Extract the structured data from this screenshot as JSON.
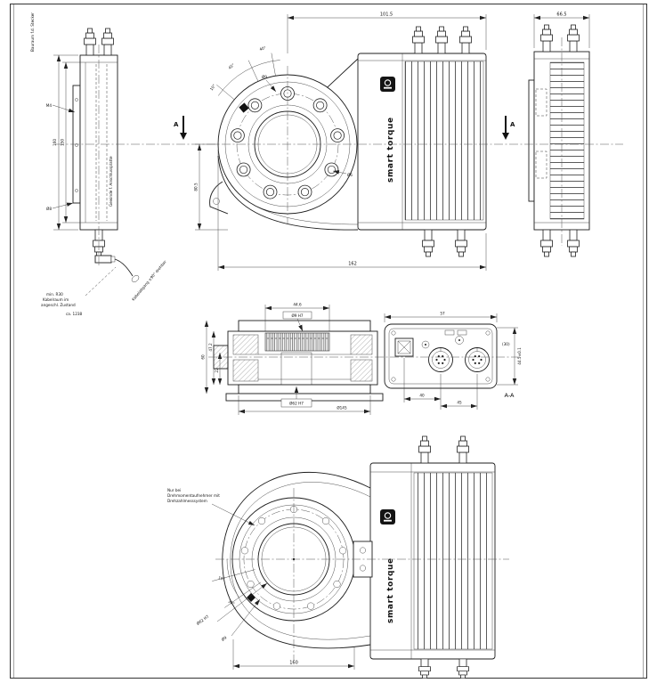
{
  "brand": {
    "name": "smart torque"
  },
  "sections": {
    "mark": "A",
    "label": "A-A"
  },
  "side_left": {
    "dim_outer": "160",
    "dim_inner": "150",
    "leader_pin": "Ø8",
    "leader_thread": "M4",
    "note_top": "Bauraum f.d. Stecker",
    "note_thread_plate": "Gewinde f. Anschlussplatte",
    "cable_note_1": "min. R30",
    "cable_note_2": "Kabelraum im",
    "cable_note_3": "angeschl. Zustand",
    "cable_length": "ca. 1238",
    "cable_rotation": "Kabelabgang ±90° drehbar"
  },
  "front_top": {
    "dim_top": "101.5",
    "dim_bottom": "162",
    "dim_side": "80.5",
    "angle_a": "45°",
    "angle_b": "40°",
    "angle_c": "10°",
    "hole_a": "Ø9",
    "hole_b": "Ø6"
  },
  "side_right": {
    "dim_top": "66.5"
  },
  "section_view": {
    "dim_top": "44.6",
    "fit_box_top": "Ø9 H7",
    "dim_left_a": "60",
    "dim_left_b": "47.2",
    "dim_left_c": "22",
    "fit_box_bottom": "Ø62 H7",
    "dim_bottom": "Ø145",
    "panel_dim_top": "57",
    "panel_dim_right": "(30)",
    "panel_dim_height": "44.5±0.1",
    "panel_dim_a": "40",
    "panel_dim_b": "45"
  },
  "front_bottom": {
    "angle_a": "15°",
    "angle_b": "30°",
    "leader_bore": "Ø62 H7",
    "leader_hole": "Ø9",
    "dim_bottom": "160",
    "note_line_1": "Nur bei",
    "note_line_2": "Drehmomentaufnehmer mit",
    "note_line_3": "Drehzahlmesssystem"
  }
}
